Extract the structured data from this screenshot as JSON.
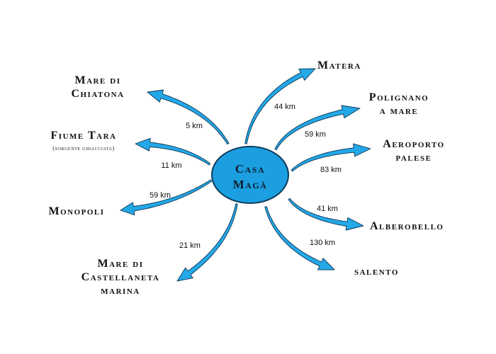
{
  "center": {
    "line1": "Casa",
    "line2": "Magà"
  },
  "colors": {
    "hub_fill": "#1b9fe0",
    "hub_stroke": "#0d3c5a",
    "arrow_fill": "#23a8e8",
    "arrow_stroke": "#0f3550"
  },
  "routes": [
    {
      "id": "mare-di-chiatona",
      "destination": [
        "Mare di",
        "Chiatona"
      ],
      "distance": "5 km"
    },
    {
      "id": "fiume-tara",
      "destination": [
        "Fiume Tara"
      ],
      "subtitle": "(sorgente ghiacciata)",
      "distance": "11 km"
    },
    {
      "id": "monopoli",
      "destination": [
        "Monopoli"
      ],
      "distance": "59 km"
    },
    {
      "id": "mare-di-castellaneta",
      "destination": [
        "Mare di",
        "Castellaneta",
        "marina"
      ],
      "distance": "21 km"
    },
    {
      "id": "matera",
      "destination": [
        "Matera"
      ],
      "distance": "44 km"
    },
    {
      "id": "polignano",
      "destination": [
        "Polignano",
        "a mare"
      ],
      "distance": "59 km"
    },
    {
      "id": "aeroporto",
      "destination": [
        "Aeroporto",
        "palese"
      ],
      "distance": "83 km"
    },
    {
      "id": "alberobello",
      "destination": [
        "Alberobello"
      ],
      "distance": "41 km"
    },
    {
      "id": "salento",
      "destination": [
        "salento"
      ],
      "distance": "130 km"
    }
  ]
}
